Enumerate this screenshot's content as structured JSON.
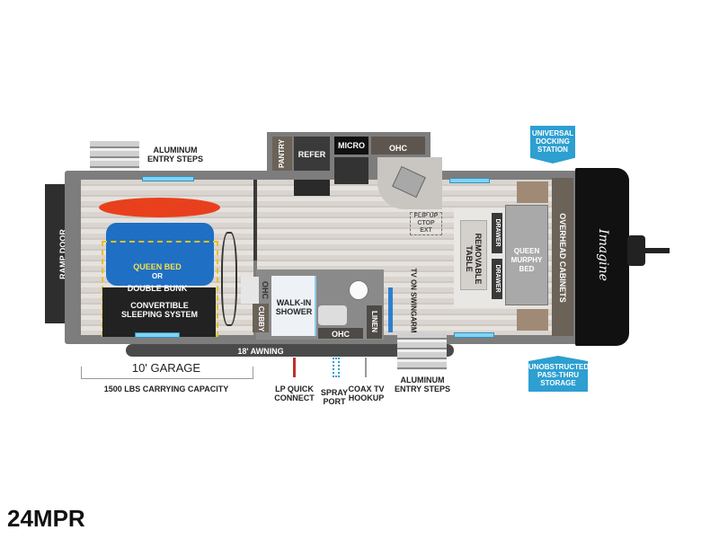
{
  "model": "24MPR",
  "brand_logo": "Imagine",
  "labels": {
    "aluminum_entry_steps_top": "ALUMINUM ENTRY STEPS",
    "aluminum_entry_steps_bottom": "ALUMINUM ENTRY STEPS",
    "ramp_door": "RAMP DOOR",
    "queen_bed": "QUEEN BED",
    "or": "OR",
    "double_bunk": "DOUBLE BUNK",
    "convertible_sleeping_system": "CONVERTIBLE SLEEPING SYSTEM",
    "pantry": "PANTRY",
    "refer": "REFER",
    "micro": "MICRO",
    "ohc_kitchen": "OHC",
    "flip_up_ctop_ext": "FLIP UP CTOP EXT",
    "removable_table": "REMOVABLE TABLE",
    "drawer_top": "DRAWER",
    "drawer_bottom": "DRAWER",
    "queen_murphy_bed": "QUEEN MURPHY BED",
    "overhead_cabinets": "OVERHEAD CABINETS",
    "ohc_bath_side": "OHC",
    "cubby": "CUBBY",
    "walk_in_shower": "WALK-IN SHOWER",
    "ohc_bath": "OHC",
    "linen": "LINEN",
    "tv_on_swingarm": "TV ON SWINGARM",
    "awning": "18' AWNING",
    "garage": "10' GARAGE",
    "carrying_capacity": "1500 LBS CARRYING CAPACITY",
    "lp_quick_connect": "LP QUICK CONNECT",
    "spray_port": "SPRAY PORT",
    "coax_tv_hookup": "COAX TV HOOKUP",
    "universal_docking_station": "UNIVERSAL DOCKING STATION",
    "unobstructed_storage": "UNOBSTRUCTED PASS-THRU STORAGE"
  },
  "colors": {
    "badge": "#2d9fd1",
    "kayak": "#e8401c",
    "atv": "#1f6fc4",
    "bed_outline": "#e5c21a"
  }
}
